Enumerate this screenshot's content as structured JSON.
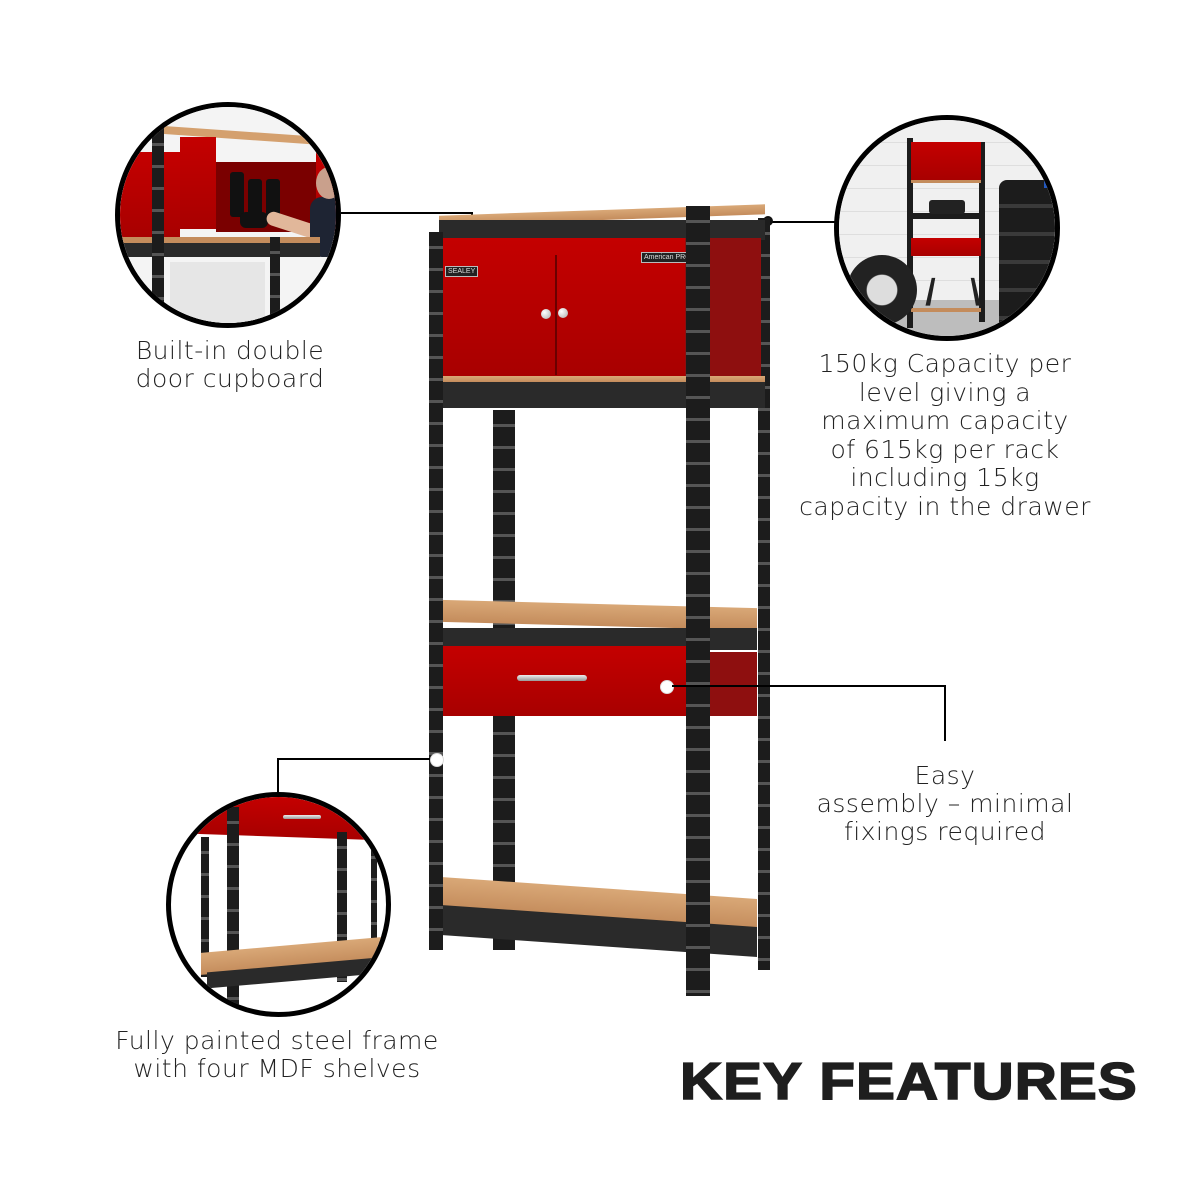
{
  "heading": "KEY FEATURES",
  "features": [
    {
      "id": "cupboard",
      "label_lines": [
        "Built-in double",
        "door cupboard"
      ]
    },
    {
      "id": "capacity",
      "label_lines": [
        "150kg Capacity per",
        "level giving a",
        "maximum capacity",
        "of 615kg per rack",
        "including 15kg",
        "capacity in the drawer"
      ]
    },
    {
      "id": "assembly",
      "label_lines": [
        "Easy",
        "assembly – minimal",
        "fixings required"
      ]
    },
    {
      "id": "frame",
      "label_lines": [
        "Fully painted steel frame",
        "with four MDF shelves"
      ]
    }
  ],
  "product": {
    "brand_badge": "SEALEY",
    "sub_brand_badge": "American PRO"
  },
  "colors": {
    "accent_red": "#c40000",
    "frame_black": "#1c1c1c",
    "mdf": "#d4a06e",
    "text": "#222222"
  }
}
